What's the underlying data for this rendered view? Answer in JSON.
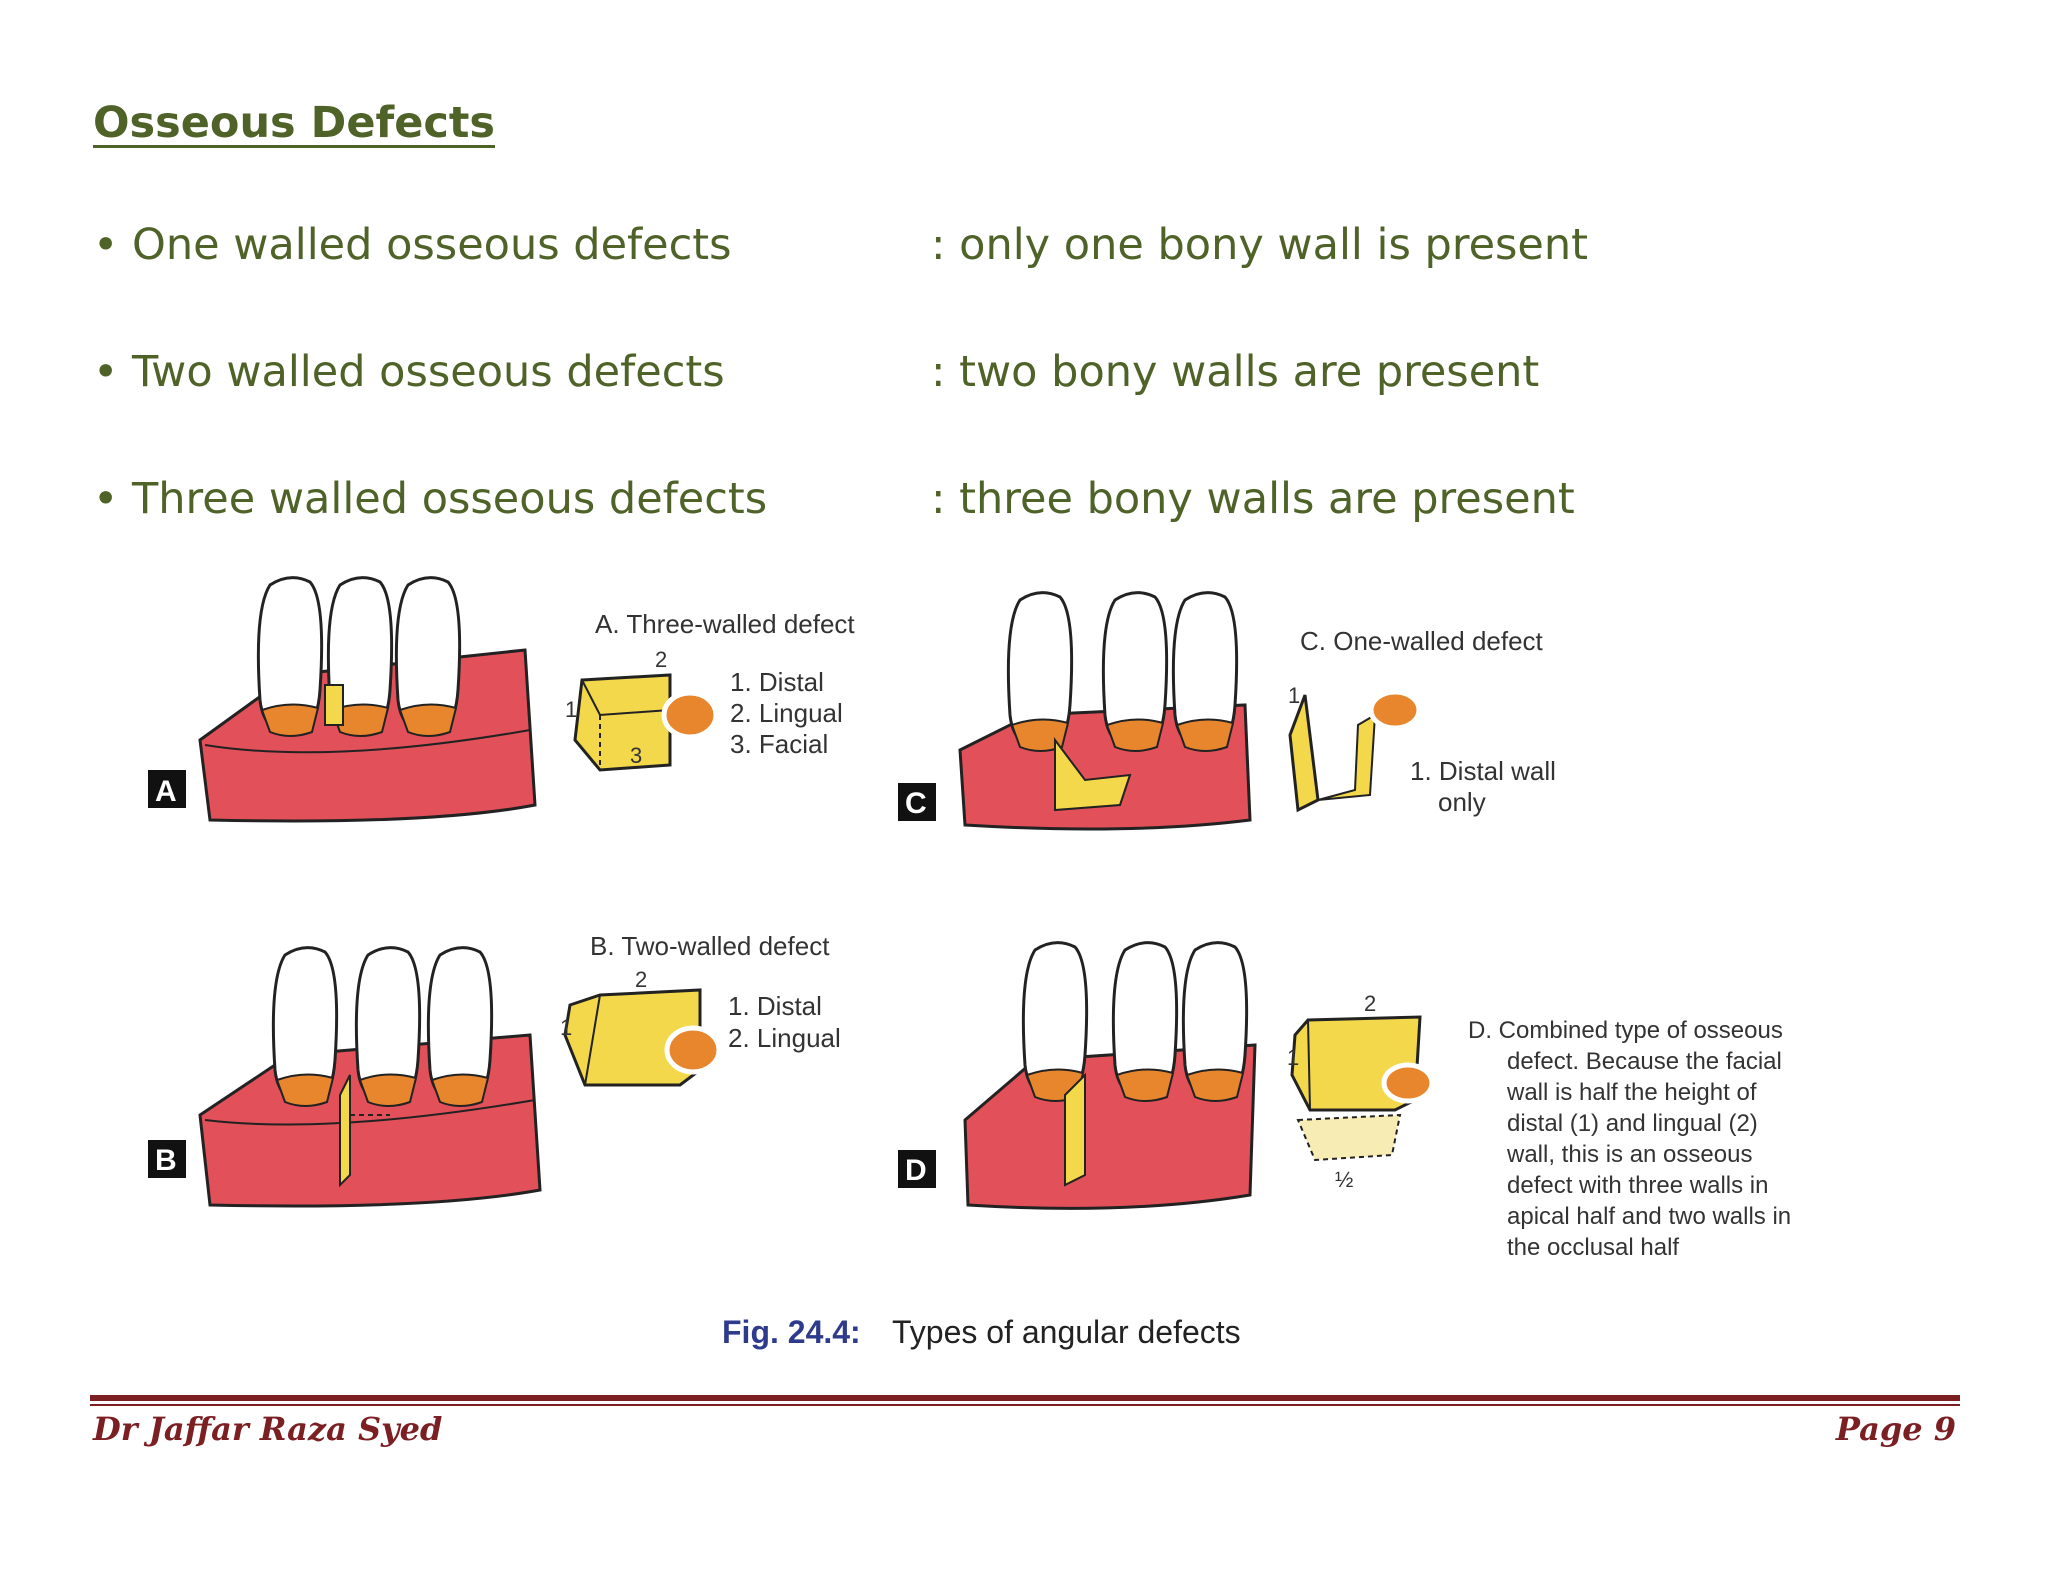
{
  "page_title": "Osseous Defects",
  "bullets": [
    {
      "term": "• One walled osseous defects",
      "definition": ": only one bony wall is present"
    },
    {
      "term": "• Two walled osseous defects",
      "definition": ": two bony walls are present"
    },
    {
      "term": "• Three walled osseous defects",
      "definition": ": three bony walls are present"
    }
  ],
  "figure": {
    "panels": {
      "A": {
        "badge": "A",
        "title": "A. Three-walled defect",
        "legend": [
          "1. Distal",
          "2. Lingual",
          "3. Facial"
        ],
        "wall_numbers": [
          "1",
          "2",
          "3"
        ]
      },
      "B": {
        "badge": "B",
        "title": "B. Two-walled defect",
        "legend": [
          "1. Distal",
          "2. Lingual"
        ],
        "wall_numbers": [
          "1",
          "2"
        ]
      },
      "C": {
        "badge": "C",
        "title": "C. One-walled defect",
        "legend": [
          "1. Distal wall",
          "only"
        ],
        "wall_numbers": [
          "1"
        ]
      },
      "D": {
        "badge": "D",
        "legend": [
          "D. Combined type of osseous",
          "defect. Because the facial",
          "wall is half the height of",
          "distal (1) and lingual (2)",
          "wall, this is an osseous",
          "defect with three walls in",
          "apical half and two walls in",
          "the occlusal half"
        ],
        "wall_numbers": [
          "1",
          "2",
          "½"
        ]
      }
    },
    "caption_label": "Fig. 24.4:",
    "caption_text": "Types of angular defects",
    "colors": {
      "gum": "#e2505a",
      "tooth_root": "#e8862e",
      "bone_wall": "#f2d84a",
      "caption_label": "#2e3a8c",
      "text_green": "#4f6228",
      "footer": "#7b1f23"
    }
  },
  "footer": {
    "author": "Dr Jaffar Raza Syed",
    "page": "Page 9"
  }
}
